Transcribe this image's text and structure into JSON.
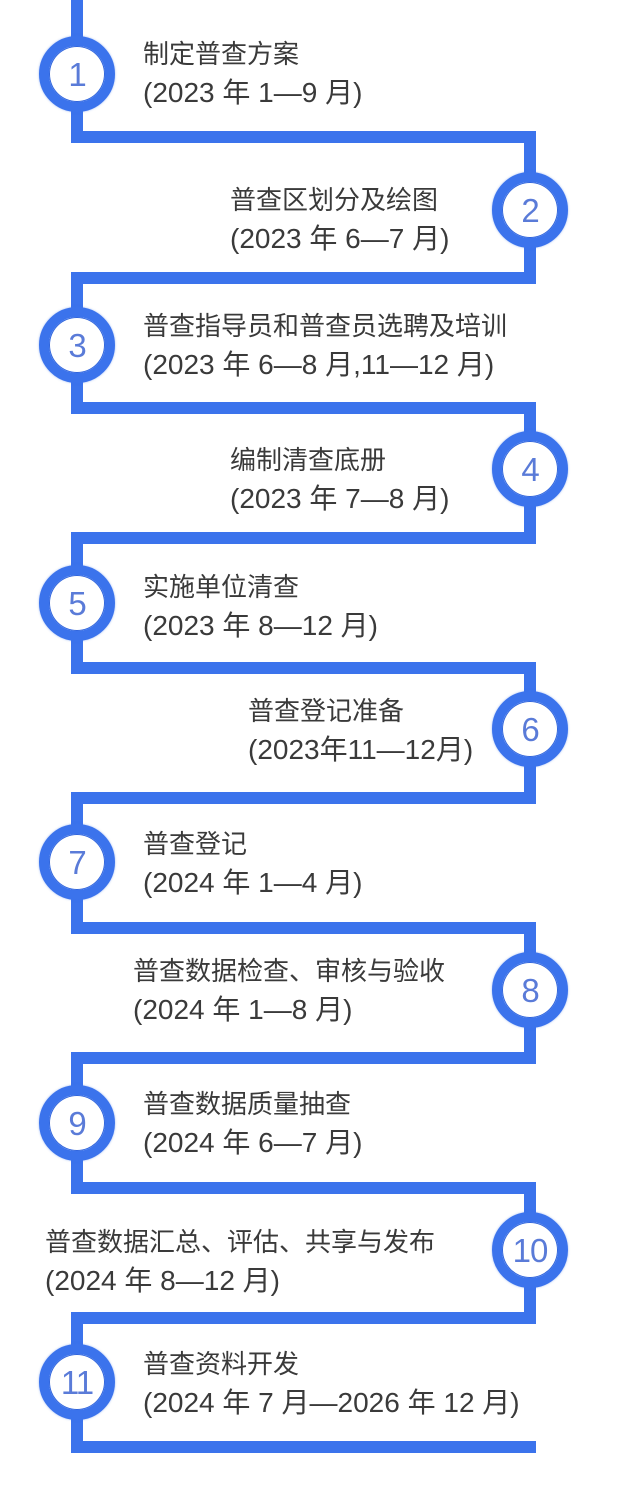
{
  "colors": {
    "line": "#3b73ec",
    "number": "#5a7bd8",
    "text": "#3a3a3a",
    "background": "#ffffff"
  },
  "steps": [
    {
      "number": "1",
      "title": "制定普查方案",
      "date": "(2023 年 1—9 月)"
    },
    {
      "number": "2",
      "title": "普查区划分及绘图",
      "date": "(2023 年 6—7 月)"
    },
    {
      "number": "3",
      "title": "普查指导员和普查员选聘及培训",
      "date": "(2023 年 6—8 月,11—12 月)"
    },
    {
      "number": "4",
      "title": "编制清查底册",
      "date": "(2023 年 7—8 月)"
    },
    {
      "number": "5",
      "title": "实施单位清查",
      "date": "(2023 年 8—12 月)"
    },
    {
      "number": "6",
      "title": "普查登记准备",
      "date": "(2023年11—12月)"
    },
    {
      "number": "7",
      "title": "普查登记",
      "date": "(2024 年 1—4 月)"
    },
    {
      "number": "8",
      "title": "普查数据检查、审核与验收",
      "date": "(2024 年 1—8 月)"
    },
    {
      "number": "9",
      "title": "普查数据质量抽查",
      "date": "(2024 年 6—7 月)"
    },
    {
      "number": "10",
      "title": "普查数据汇总、评估、共享与发布",
      "date": "(2024 年 8—12 月)"
    },
    {
      "number": "11",
      "title": "普查资料开发",
      "date": "(2024 年 7 月—2026 年 12 月)"
    }
  ]
}
